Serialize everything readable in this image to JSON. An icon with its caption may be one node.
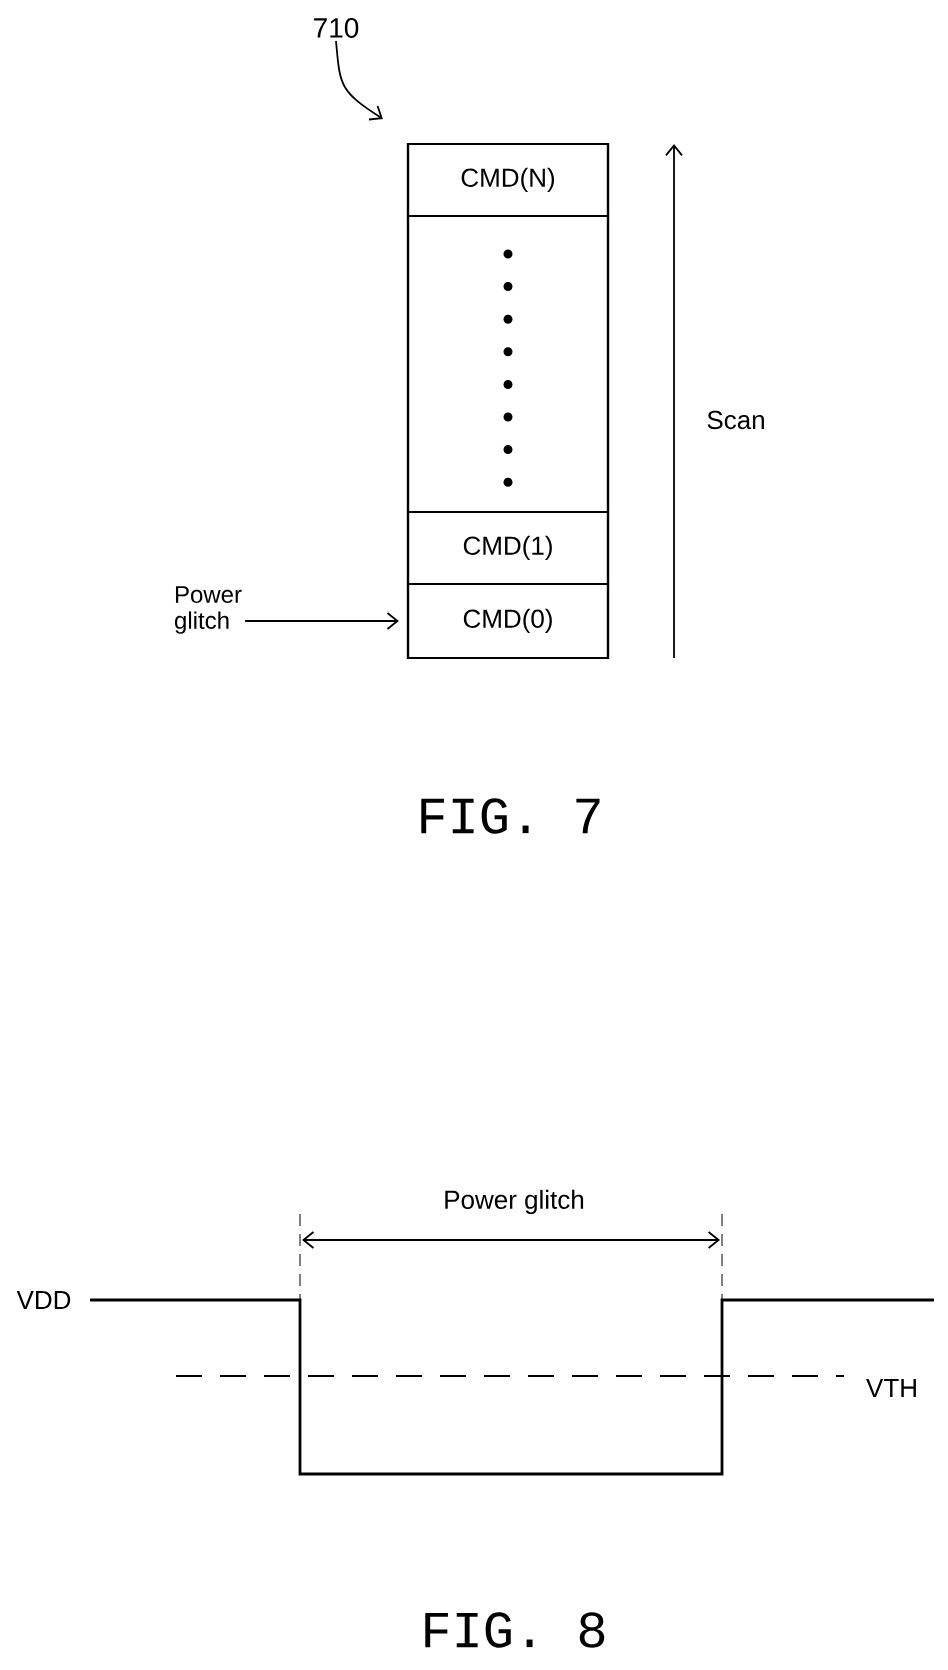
{
  "diagram": {
    "nodes": [
      {
        "text": [
          "710"
        ]
      },
      {
        "text": [],
        "shape": "box"
      },
      {
        "text": [
          "CMD(N)"
        ],
        "in": 1
      },
      {
        "text": [],
        "shape": "box",
        "in": 1
      },
      {
        "text": [
          "CMD(1)"
        ],
        "in": 1
      },
      {
        "text": [
          "CMD(0)"
        ],
        "in": 1
      },
      {
        "text": [
          "Power glitch"
        ]
      }
    ],
    "edges": [
      {
        "from": 0,
        "to": 1,
        "arrow": "to"
      },
      {
        "from": 6,
        "to": 5,
        "arrow": "to"
      }
    ],
    "labels": [
      "Scan",
      "FIG. 7",
      "Power glitch",
      "VDD",
      "VTH",
      "FIG. 8"
    ]
  }
}
